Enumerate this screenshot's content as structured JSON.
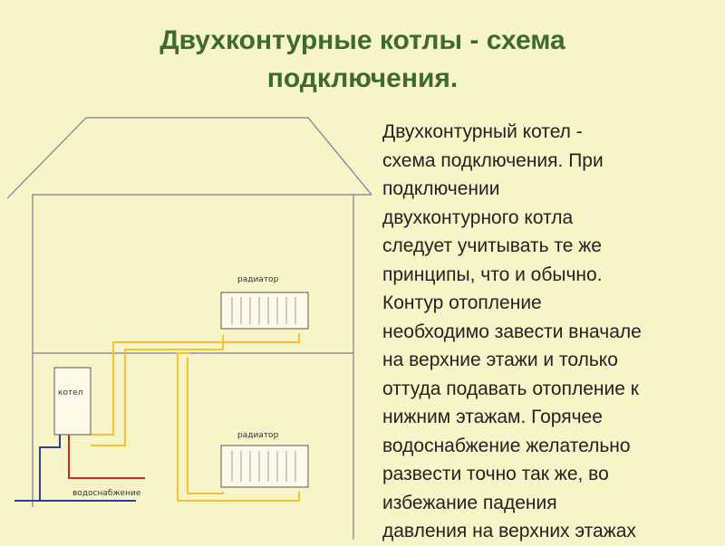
{
  "title": {
    "line1": "Двухконтурные котлы - схема",
    "line2": "подключения."
  },
  "description": {
    "lines": [
      "Двухконтурный котел -",
      "схема подключения. При",
      "подключении",
      "двухконтурного котла",
      "следует учитывать те же",
      "принципы, что и обычно.",
      "Контур отопление",
      "необходимо завести вначале",
      "на верхние этажи и только",
      "оттуда подавать отопление к",
      "нижним этажам. Горячее",
      "водоснабжение желательно",
      "развести точно так же, во",
      "избежание падения",
      "давления на верхних этажах"
    ]
  },
  "diagram": {
    "radiator_upper_label": "радиатор",
    "radiator_lower_label": "радиатор",
    "boiler_label": "котел",
    "water_supply_label": "водоснабжение"
  },
  "colors": {
    "title": "#3e6b2c",
    "background": "#f7f5c8",
    "heating_pipe": "#f2c230",
    "hot_water_pipe": "#c8282e",
    "cold_water_pipe": "#2a3f9e",
    "house_outline": "#7a7a9a"
  }
}
